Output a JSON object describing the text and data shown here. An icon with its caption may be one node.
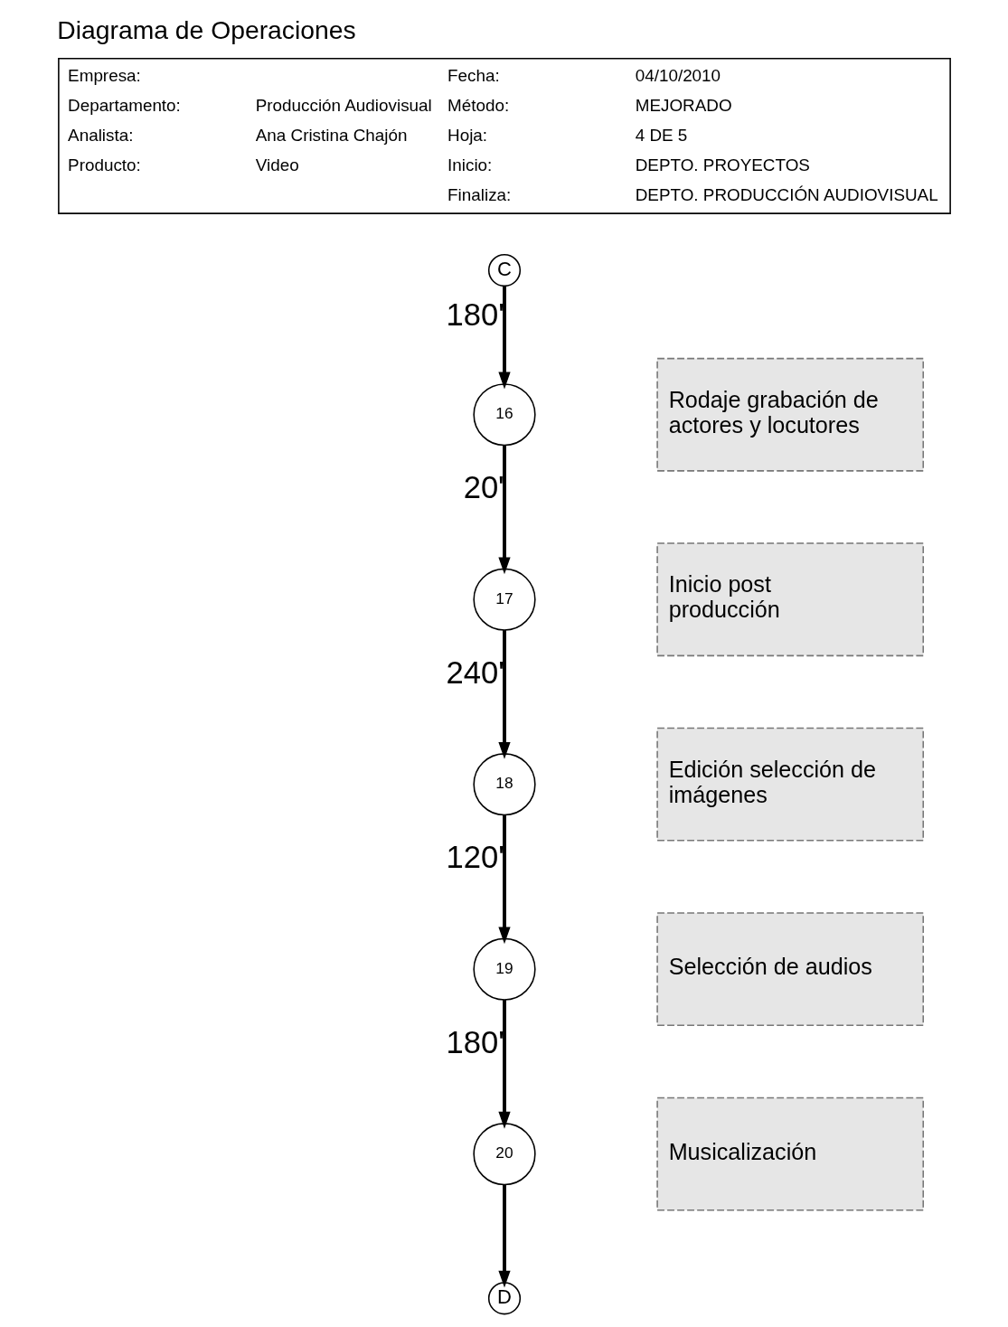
{
  "diagram": {
    "title": "Diagrama de Operaciones",
    "nodes": [
      {
        "text": [
          "C"
        ]
      },
      {
        "text": [
          "16"
        ]
      },
      {
        "text": [
          "Rodaje grabación de actores y locutores"
        ]
      },
      {
        "text": [
          "17"
        ]
      },
      {
        "text": [
          "Inicio post producción"
        ]
      },
      {
        "text": [
          "18"
        ]
      },
      {
        "text": [
          "Edición selección de imágenes"
        ]
      },
      {
        "text": [
          "19"
        ]
      },
      {
        "text": [
          "Selección de audios"
        ]
      },
      {
        "text": [
          "20"
        ]
      },
      {
        "text": [
          "Musicalización"
        ]
      },
      {
        "text": [
          "D"
        ]
      }
    ],
    "edges": [
      {
        "from": 0,
        "to": 1,
        "arrow": "to",
        "label": "180'"
      },
      {
        "from": 1,
        "to": 3,
        "arrow": "to",
        "label": "20'"
      },
      {
        "from": 3,
        "to": 5,
        "arrow": "to",
        "label": "240'"
      },
      {
        "from": 5,
        "to": 7,
        "arrow": "to",
        "label": "120'"
      },
      {
        "from": 7,
        "to": 9,
        "arrow": "to",
        "label": "180'"
      },
      {
        "from": 9,
        "to": 11,
        "arrow": "to"
      }
    ],
    "labels": [
      "Empresa:",
      "Fecha:",
      "04/10/2010",
      "Departamento:",
      "Producción Audiovisual",
      "Método:",
      "MEJORADO",
      "Analista:",
      "Ana Cristina Chajón",
      "Hoja:",
      "4 DE 5",
      "Producto:",
      "Video",
      "Inicio:",
      "DEPTO. PROYECTOS",
      "Finaliza:",
      "DEPTO. PRODUCCIÓN AUDIOVISUAL"
    ]
  }
}
